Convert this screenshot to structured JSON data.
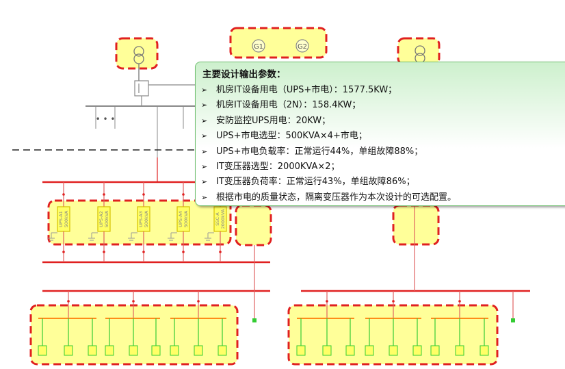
{
  "generators": {
    "g1": "G1",
    "g2": "G2"
  },
  "feeder_dots": "• • •",
  "ups_modules": [
    {
      "name": "UPS-A1",
      "rating": "500kVA"
    },
    {
      "name": "UPS-A2",
      "rating": "500kVA"
    },
    {
      "name": "UPS-A3",
      "rating": "500kVA"
    },
    {
      "name": "UPS-A4",
      "rating": "500kVA"
    },
    {
      "name": "SSC-A",
      "rating": "2000kVA"
    }
  ],
  "callout": {
    "title": "主要设计输出参数：",
    "bullet": "➢",
    "items": [
      "机房IT设备用电（UPS+市电）：1577.5KW；",
      "机房IT设备用电（2N）：158.4KW；",
      "安防监控UPS用电：20KW；",
      "UPS+市电选型：500KVA×4+市电；",
      "UPS+市电负载率：正常运行44%，单组故障88%；",
      "IT变压器选型：2000KVA×2；",
      "IT变压器负荷率：正常运行43%，单组故障86%；",
      "根据市电的质量状态，隔离变压器作为本次设计的可选配置。"
    ]
  }
}
